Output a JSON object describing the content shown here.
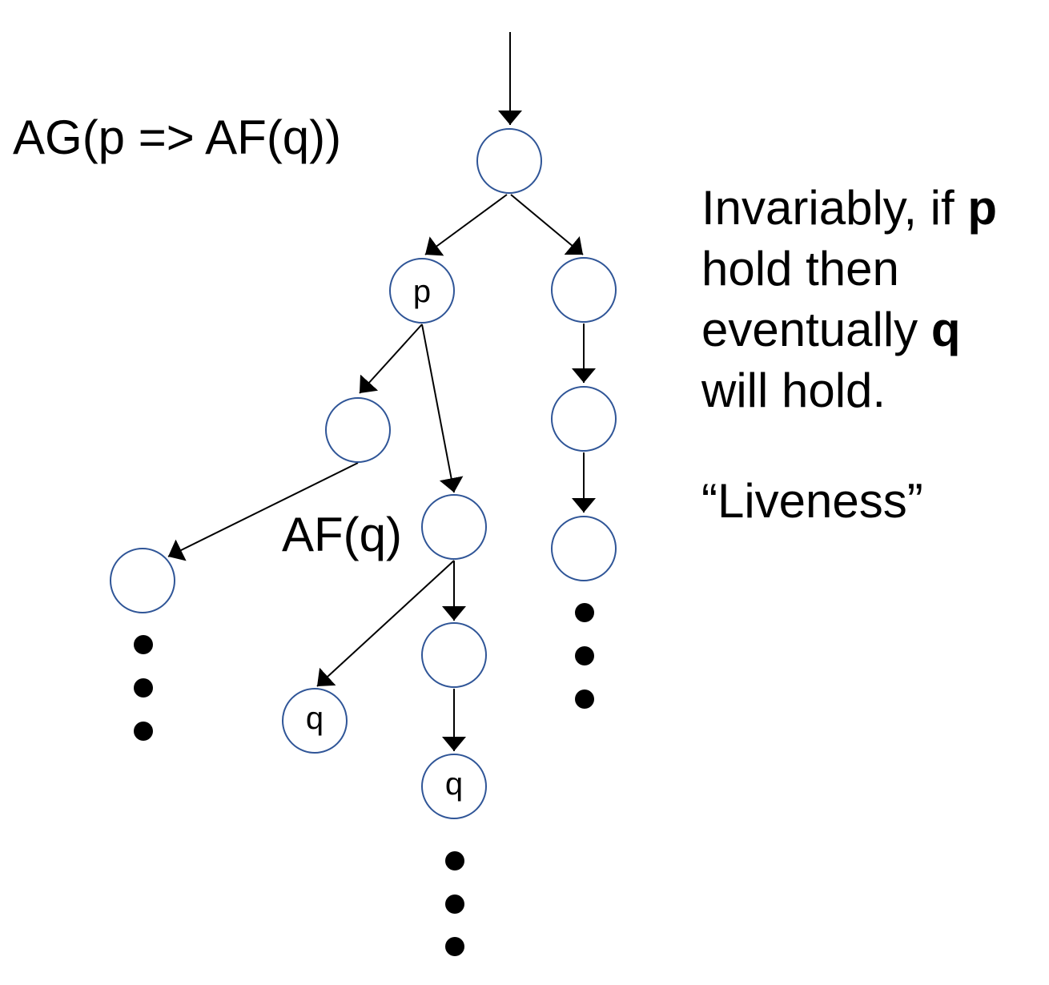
{
  "formula_main": "AG(p => AF(q))",
  "formula_sub": "AF(q)",
  "description": {
    "line1_text": "Invariably, if ",
    "line1_bold": "p",
    "line2_text": "hold then",
    "line3_text": "eventually ",
    "line3_bold": "q",
    "line4_text": "will hold."
  },
  "liveness_label": "“Liveness”",
  "nodes": {
    "p_label": "p",
    "q_left_label": "q",
    "q_bottom_label": "q"
  },
  "colors": {
    "node_stroke": "#2f5597",
    "edge": "#000000",
    "dots": "#000000"
  }
}
